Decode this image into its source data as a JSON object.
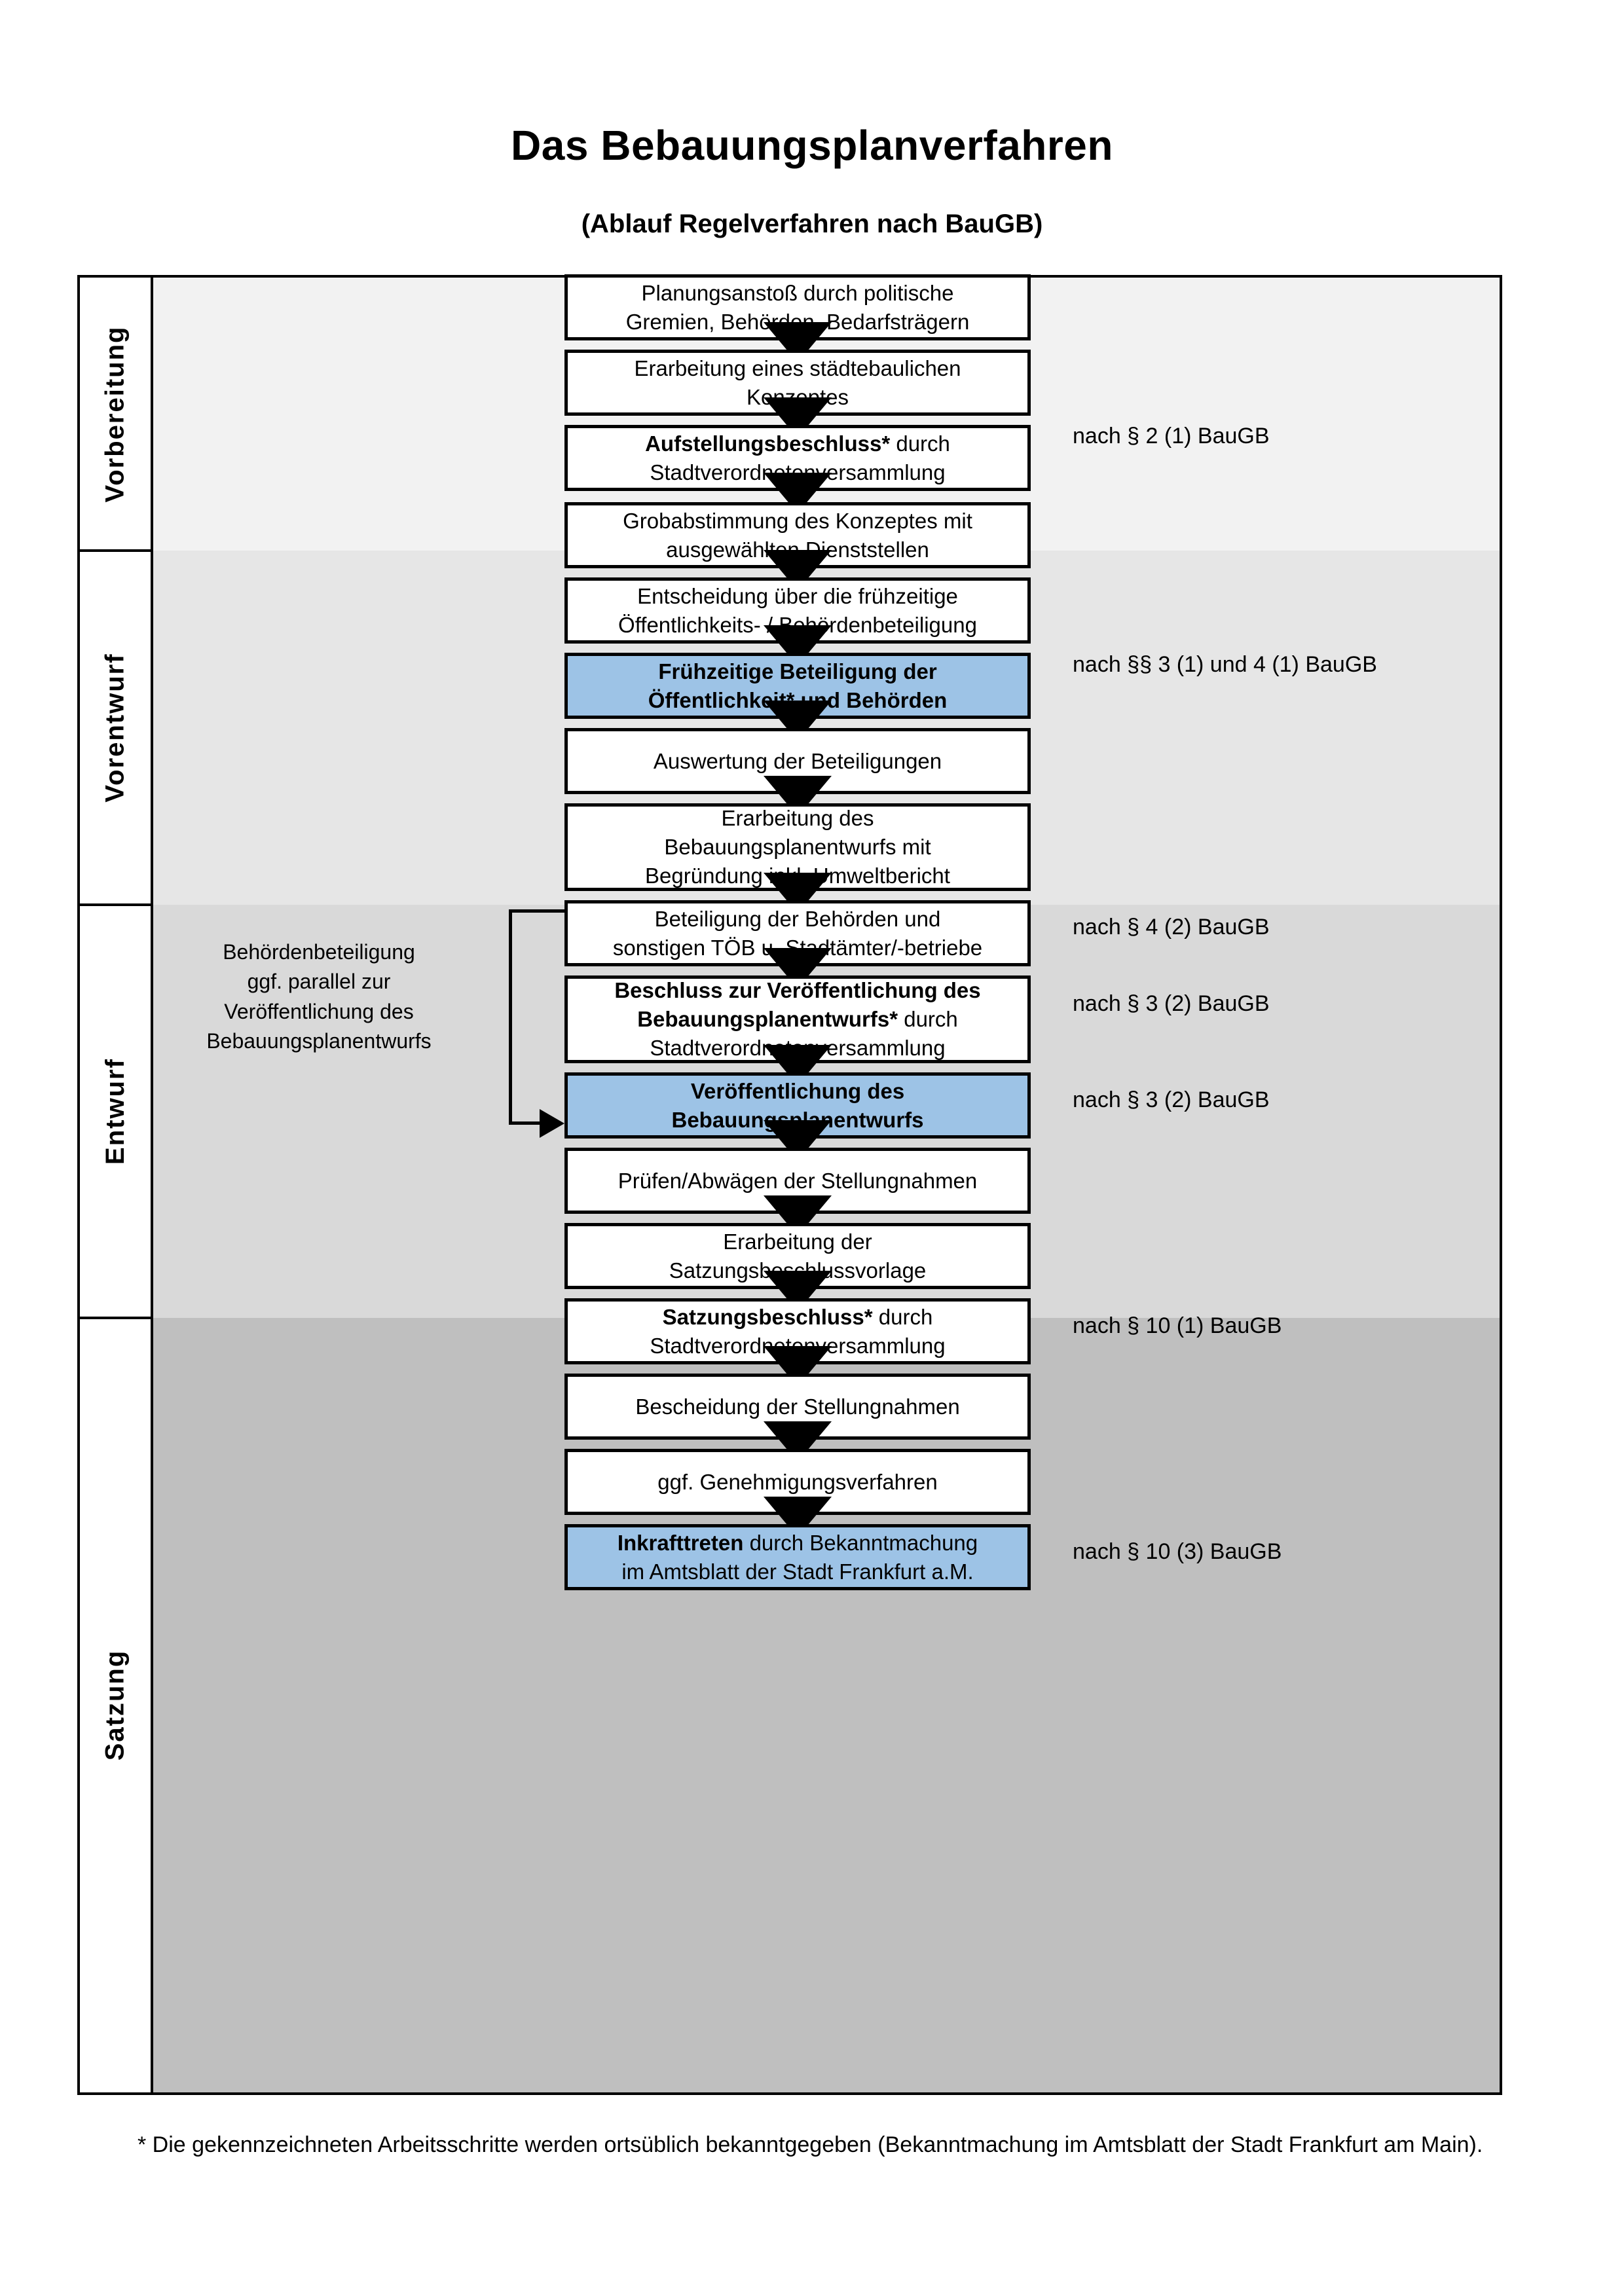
{
  "header": {
    "title": "Das Bebauungsplanverfahren",
    "subtitle": "(Ablauf Regelverfahren nach BauGB)"
  },
  "colors": {
    "highlight_blue": "#9DC3E6",
    "band_vorbereitung": "#F2F2F2",
    "band_vorentwurf": "#E6E6E6",
    "band_entwurf": "#D9D9D9",
    "band_satzung": "#BFBFBF",
    "line": "#000000"
  },
  "phases": [
    {
      "name": "Vorbereitung",
      "background": "#F2F2F2"
    },
    {
      "name": "Vorentwurf",
      "background": "#E6E6E6"
    },
    {
      "name": "Entwurf",
      "background": "#D9D9D9"
    },
    {
      "name": "Satzung",
      "background": "#BFBFBF"
    }
  ],
  "steps": [
    {
      "id": "planungsanstoss",
      "phase": "Vorbereitung",
      "highlighted": false,
      "lines": [
        {
          "text": "Planungsanstoß durch politische",
          "bold": false
        },
        {
          "text": "Gremien, Behörden, Bedarfsträgern",
          "bold": false
        }
      ]
    },
    {
      "id": "staedtebau-konzept",
      "phase": "Vorbereitung",
      "highlighted": false,
      "lines": [
        {
          "text": "Erarbeitung eines städtebaulichen",
          "bold": false
        },
        {
          "text": "Konzeptes",
          "bold": false
        }
      ]
    },
    {
      "id": "aufstellungsbeschluss",
      "phase": "Vorbereitung",
      "highlighted": false,
      "lines": [
        {
          "text": "Aufstellungsbeschluss*",
          "bold": true,
          "suffix": " durch"
        },
        {
          "text": "Stadtverordnetenversammlung",
          "bold": false
        }
      ]
    },
    {
      "id": "grobabstimmung",
      "phase": "Vorentwurf",
      "highlighted": false,
      "lines": [
        {
          "text": "Grobabstimmung des Konzeptes mit",
          "bold": false
        },
        {
          "text": "ausgewählten Dienststellen",
          "bold": false
        }
      ]
    },
    {
      "id": "entscheidung-fruehzeitige",
      "phase": "Vorentwurf",
      "highlighted": false,
      "lines": [
        {
          "text": "Entscheidung über die frühzeitige",
          "bold": false
        },
        {
          "text": "Öffentlichkeits- / Behördenbeteiligung",
          "bold": false
        }
      ]
    },
    {
      "id": "fruehzeitige-beteiligung",
      "phase": "Vorentwurf",
      "highlighted": true,
      "lines": [
        {
          "text": "Frühzeitige Beteiligung der",
          "bold": true
        },
        {
          "text": "Öffentlichkeit* und Behörden",
          "bold": true
        }
      ]
    },
    {
      "id": "auswertung-beteiligungen",
      "phase": "Entwurf",
      "highlighted": false,
      "lines": [
        {
          "text": "Auswertung der Beteiligungen",
          "bold": false
        }
      ]
    },
    {
      "id": "erarbeitung-entwurf",
      "phase": "Entwurf",
      "highlighted": false,
      "lines": [
        {
          "text": "Erarbeitung des",
          "bold": false
        },
        {
          "text": "Bebauungsplanentwurfs mit",
          "bold": false
        },
        {
          "text": "Begründung inkl. Umweltbericht",
          "bold": false
        }
      ]
    },
    {
      "id": "beteiligung-behoerden-toeb",
      "phase": "Entwurf",
      "highlighted": false,
      "lines": [
        {
          "text": "Beteiligung der Behörden und",
          "bold": false
        },
        {
          "text": "sonstigen TÖB u. Stadtämter/-betriebe",
          "bold": false
        }
      ]
    },
    {
      "id": "beschluss-veroeffentlichung",
      "phase": "Entwurf",
      "highlighted": false,
      "lines": [
        {
          "text": "Beschluss zur Veröffentlichung des",
          "bold": true
        },
        {
          "text": "Bebauungsplanentwurfs*",
          "bold": true,
          "suffix": " durch"
        },
        {
          "text": "Stadtverordnetenversammlung",
          "bold": false
        }
      ]
    },
    {
      "id": "veroeffentlichung-entwurf",
      "phase": "Entwurf",
      "highlighted": true,
      "lines": [
        {
          "text": "Veröffentlichung des",
          "bold": true
        },
        {
          "text": "Bebauungsplanentwurfs",
          "bold": true
        }
      ]
    },
    {
      "id": "pruefen-abwaegen",
      "phase": "Satzung",
      "highlighted": false,
      "lines": [
        {
          "text": "Prüfen/Abwägen der Stellungnahmen",
          "bold": false
        }
      ]
    },
    {
      "id": "erarbeitung-satzungsvorlage",
      "phase": "Satzung",
      "highlighted": false,
      "lines": [
        {
          "text": "Erarbeitung der",
          "bold": false
        },
        {
          "text": "Satzungsbeschlussvorlage",
          "bold": false
        }
      ]
    },
    {
      "id": "satzungsbeschluss",
      "phase": "Satzung",
      "highlighted": false,
      "lines": [
        {
          "text": "Satzungsbeschluss*",
          "bold": true,
          "suffix": " durch"
        },
        {
          "text": "Stadtverordnetenversammlung",
          "bold": false
        }
      ]
    },
    {
      "id": "bescheidung-stellungnahmen",
      "phase": "Satzung",
      "highlighted": false,
      "lines": [
        {
          "text": "Bescheidung der Stellungnahmen",
          "bold": false
        }
      ]
    },
    {
      "id": "genehmigungsverfahren",
      "phase": "Satzung",
      "highlighted": false,
      "lines": [
        {
          "text": "ggf. Genehmigungsverfahren",
          "bold": false
        }
      ]
    },
    {
      "id": "inkrafttreten",
      "phase": "Satzung",
      "highlighted": true,
      "lines": [
        {
          "text": "Inkrafttreten",
          "bold": true,
          "suffix": " durch Bekanntmachung"
        },
        {
          "text": "im Amtsblatt der Stadt Frankfurt a.M.",
          "bold": false
        }
      ]
    }
  ],
  "legal_refs": [
    {
      "id": "ref-aufstellungsbeschluss",
      "text": "nach § 2 (1) BauGB"
    },
    {
      "id": "ref-fruehzeitige-beteiligung",
      "text": "nach §§ 3 (1) und 4 (1) BauGB"
    },
    {
      "id": "ref-beteiligung-behoerden",
      "text": "nach § 4 (2) BauGB"
    },
    {
      "id": "ref-beschluss-veroeffentlichung",
      "text": "nach § 3 (2) BauGB"
    },
    {
      "id": "ref-veroeffentlichung",
      "text": "nach § 3 (2) BauGB"
    },
    {
      "id": "ref-satzungsbeschluss",
      "text": "nach § 10 (1) BauGB"
    },
    {
      "id": "ref-inkrafttreten",
      "text": "nach § 10 (3) BauGB"
    }
  ],
  "sidenote": {
    "lines": [
      "Behördenbeteiligung",
      "ggf. parallel zur",
      "Veröffentlichung des",
      "Bebauungsplanentwurfs"
    ]
  },
  "footnote": {
    "text": "* Die gekennzeichneten Arbeitsschritte werden ortsüblich bekanntgegeben (Bekanntmachung im Amtsblatt  der Stadt Frankfurt am Main)."
  }
}
